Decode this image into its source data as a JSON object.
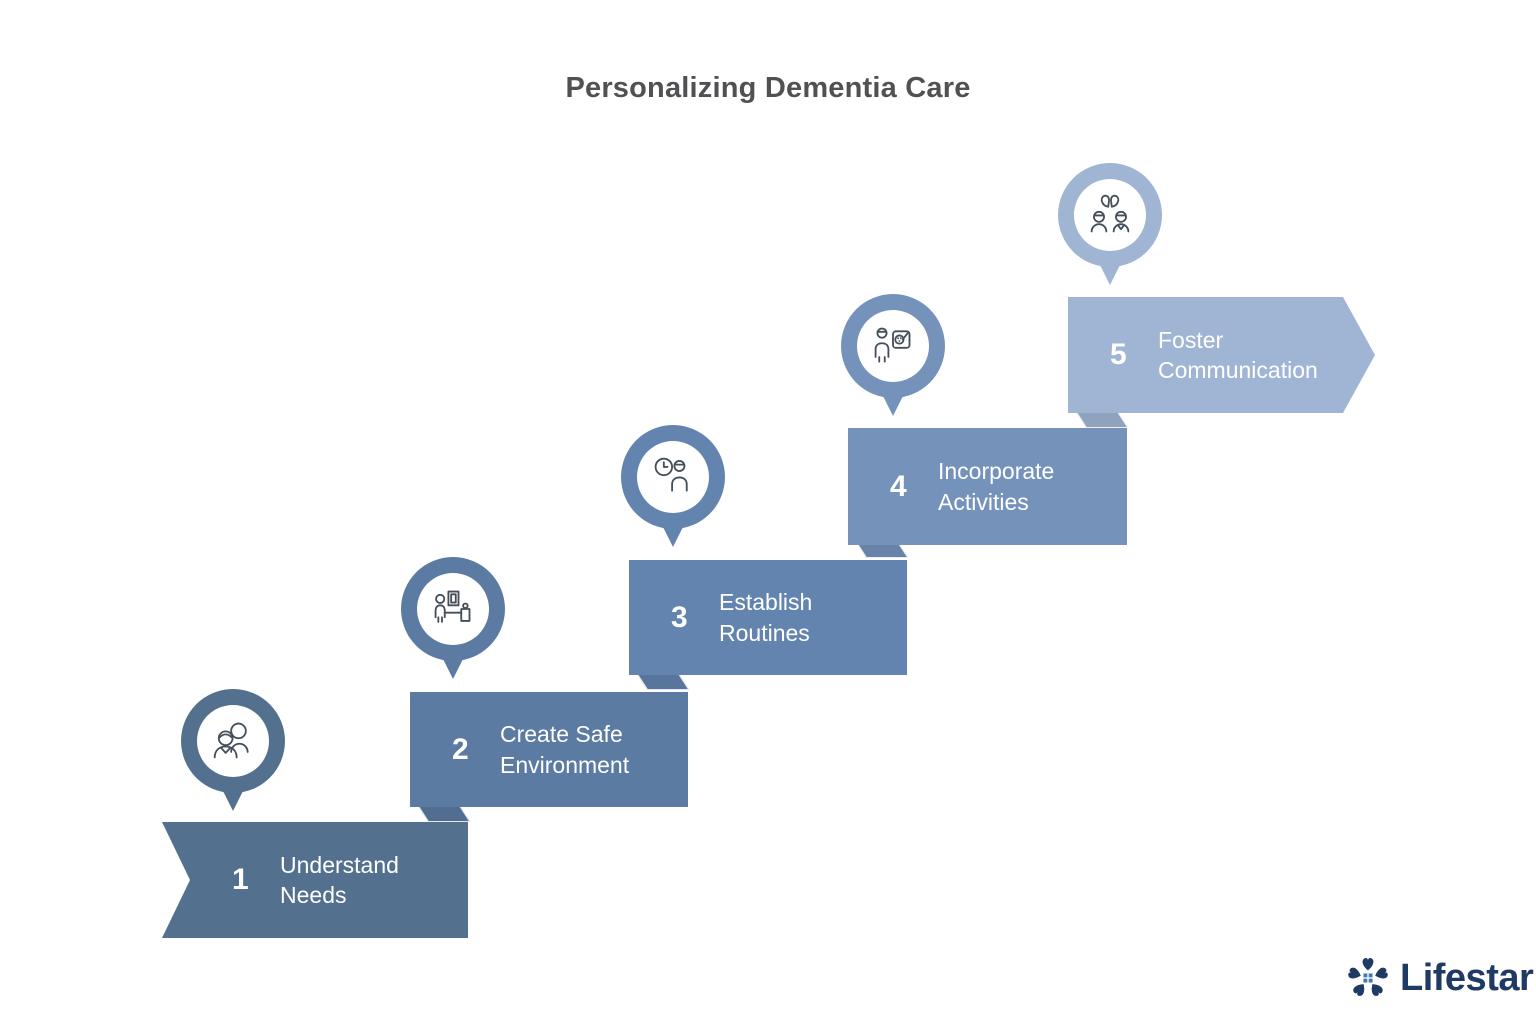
{
  "title": "Personalizing Dementia Care",
  "title_color": "#515153",
  "icon_stroke": "#454F59",
  "steps": [
    {
      "number": "1",
      "label": "Understand\nNeeds",
      "color": "#53718F",
      "fold_color": "#4A6583",
      "icon": "caregiver-patient-icon"
    },
    {
      "number": "2",
      "label": "Create Safe\nEnvironment",
      "color": "#5B7BA2",
      "fold_color": "#516E91",
      "icon": "safe-home-icon"
    },
    {
      "number": "3",
      "label": "Establish\nRoutines",
      "color": "#6384AE",
      "fold_color": "#58769C",
      "icon": "clock-person-icon"
    },
    {
      "number": "4",
      "label": "Incorporate\nActivities",
      "color": "#7592BB",
      "fold_color": "#6883A8",
      "icon": "art-palette-icon"
    },
    {
      "number": "5",
      "label": "Foster\nCommunication",
      "color": "#A0B5D4",
      "fold_color": "#8FA2BE",
      "icon": "conversation-icon"
    }
  ],
  "logo": {
    "text": "Lifestar",
    "color": "#1F3A63",
    "accent": "#4579AE"
  }
}
